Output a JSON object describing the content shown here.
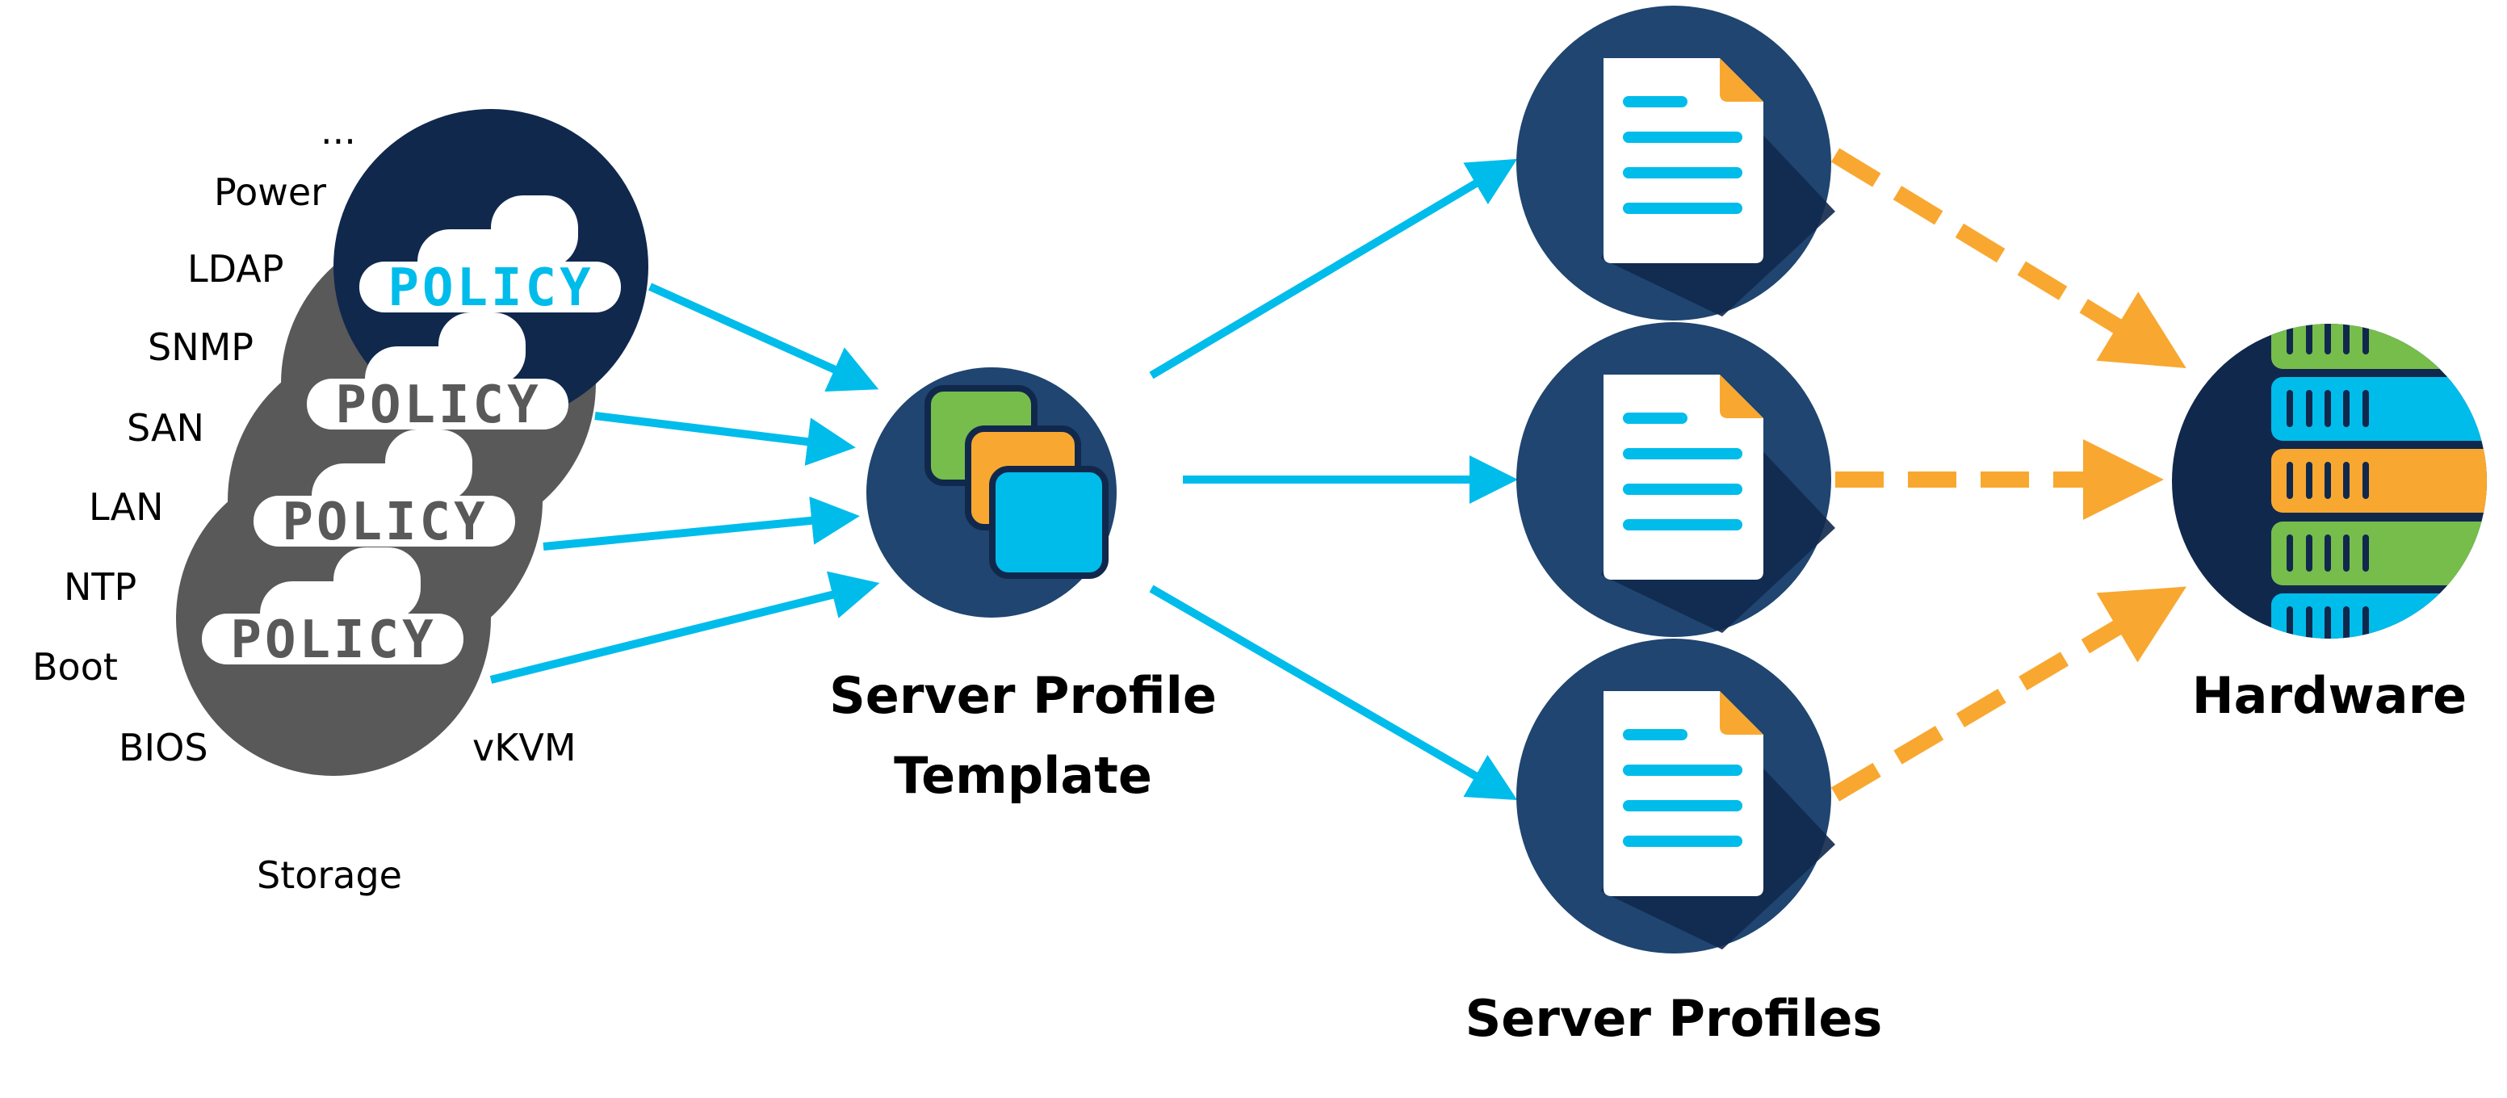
{
  "policy_types": [
    "...",
    "Power",
    "LDAP",
    "SNMP",
    "SAN",
    "LAN",
    "NTP",
    "Boot",
    "BIOS",
    "Storage",
    "vKVM"
  ],
  "policy_badge": "POLICY",
  "template_label": {
    "line1": "Server Profile",
    "line2": "Template"
  },
  "profiles_label": "Server Profiles",
  "hardware_label": "Hardware",
  "colors": {
    "navy": "#11284d",
    "navy_light": "#1f4570",
    "gray": "#595959",
    "cyan": "#00bceb",
    "orange": "#f8a830",
    "green": "#76bd4c"
  }
}
